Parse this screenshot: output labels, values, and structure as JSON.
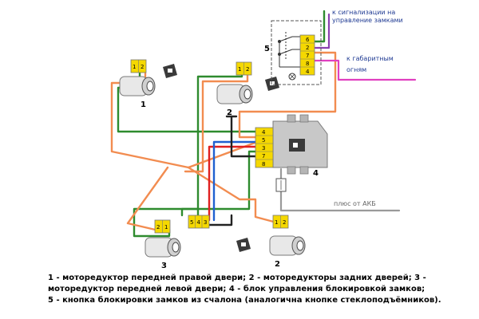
{
  "callouts": {
    "n1": "1",
    "n2_top": "2",
    "n3": "3",
    "n2_bottom": "2",
    "n4": "4",
    "n5": "5"
  },
  "connector_pins": {
    "m1": [
      "1",
      "2"
    ],
    "m2_top": [
      "1",
      "2"
    ],
    "m3": [
      "2",
      "1"
    ],
    "m2_bottom": [
      "1",
      "2"
    ],
    "junction": [
      "5",
      "4",
      "3"
    ],
    "block4": [
      "4",
      "5",
      "3",
      "7",
      "8"
    ],
    "switch5": [
      "6",
      "2",
      "7",
      "8",
      "4"
    ]
  },
  "notes": {
    "alarm": [
      "к сигнализации на",
      "управление замками"
    ],
    "lights": [
      "к габаритным",
      "огням"
    ],
    "battery": "плюс от АКБ"
  },
  "caption": [
    "1 - моторедуктор передней правой двери; 2 - моторедукторы задних дверей; 3 -",
    "моторедуктор передней левой двери; 4 - блок управления блокировкой замков;",
    "5 - кнопка блокировки замков из счалона (аналогична кнопке стеклоподъёмников)."
  ],
  "colors": {
    "wire_green": "#2e8b2e",
    "wire_orange": "#f28c50",
    "wire_red": "#e02020",
    "wire_blue": "#2060d0",
    "wire_black": "#222222",
    "wire_gray": "#9a9a9a",
    "wire_magenta": "#e040c0",
    "wire_purple": "#8a40b0",
    "connector_yellow": "#f5d800",
    "block_gray": "#c8c8c8"
  },
  "icons": [
    "door-lock-icon",
    "motor-reducer-icon",
    "fuse-icon",
    "control-unit-icon",
    "switch-icon"
  ]
}
